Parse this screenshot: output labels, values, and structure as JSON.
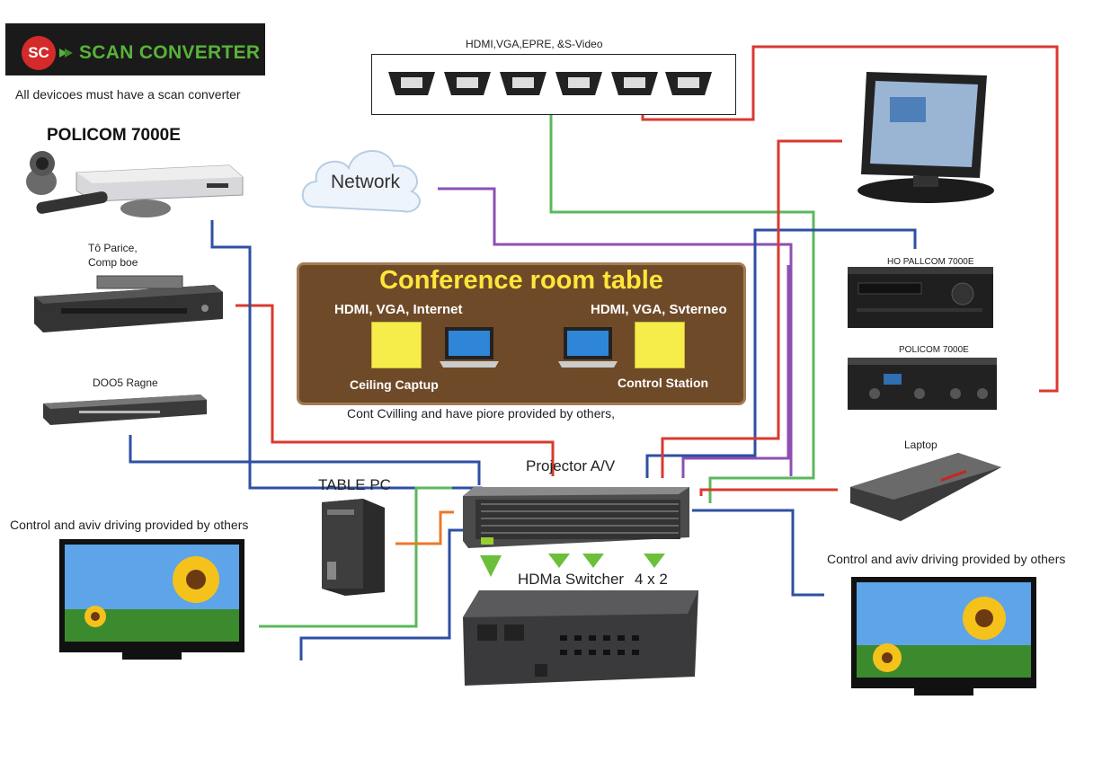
{
  "logo": {
    "badge": "SC",
    "text": "SCAN CONVERTER"
  },
  "note_top": "All devicoes must have a scan converter",
  "policom_title": "POLICOM 7000E",
  "to_parice": {
    "line1": "Tô Parice,",
    "line2": "Comp boe"
  },
  "dvd_label": "DOO5 Ragne",
  "panel_title": "HDMI,VGA,EPRE, &S-Video",
  "network_label": "Network",
  "table": {
    "title": "Conference room table",
    "left_heading": "HDMI, VGA, Internet",
    "right_heading": "HDMI, VGA, Svterneo",
    "left_caption": "Ceiling Captup",
    "right_caption": "Control Station"
  },
  "under_table": "Cont Cvilling and have piore provided by others,",
  "projector_label": "Projector A/V",
  "table_pc_label": "TABLE PC",
  "switcher_label": "HDMa Switcher",
  "switcher_size": "4 x 2",
  "left_display_caption": "Control and aviv driving provided by others",
  "right_display_caption": "Control and aviv driving provided by others",
  "right_rack1_label": "HO PALLCOM 7000E",
  "right_rack2_label": "POLICOM 7000E",
  "laptop_label": "Laptop",
  "colors": {
    "red": "#d93a2f",
    "blue": "#2e4fa3",
    "green": "#5cb85c",
    "purple": "#8e4fb3",
    "orange": "#e87a2a",
    "table_brown": "#6f4a28",
    "table_title": "#ffe63a"
  }
}
